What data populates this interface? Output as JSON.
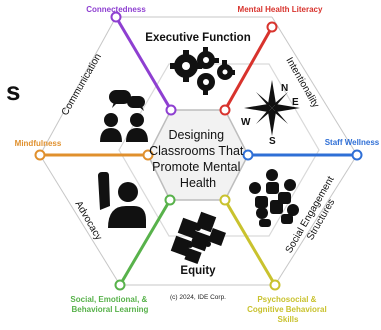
{
  "center": {
    "title_lines": [
      "Designing",
      "Classrooms That",
      "Promote Mental",
      "Health"
    ]
  },
  "segments": {
    "executive_function": "Executive Function",
    "intentionality": "Intentionality",
    "social_engagement_lines": [
      "Social Engagement",
      "Structures"
    ],
    "equity": "Equity",
    "advocacy": "Advocacy",
    "communication": "Communication"
  },
  "spokes": {
    "connectedness": "Connectedness",
    "mental_health_literacy": "Mental Health Literacy",
    "staff_wellness": "Staff Wellness",
    "psychosocial_lines": [
      "Psychosocial &",
      "Cognitive Behavioral",
      "Skills"
    ],
    "sel_lines": [
      "Social, Emotional, &",
      "Behavioral Learning"
    ],
    "mindfulness": "Mindfulness"
  },
  "copyright": "(c) 2024, IDE Corp.",
  "edge_fragment": "s",
  "icons": [
    "gears-icon",
    "compass-icon",
    "puzzle-people-icon",
    "puzzle-icon",
    "raised-hand-icon",
    "conversation-icon"
  ],
  "colors": {
    "connectedness": "#8e3fd1",
    "mental_health_literacy": "#d8332d",
    "staff_wellness": "#2f6fd6",
    "psychosocial": "#c9c22e",
    "sel": "#58b24b",
    "mindfulness": "#e0902d",
    "hex_border": "#bdbdbd",
    "center_fill": "#f2f2f2",
    "text": "#111111"
  }
}
